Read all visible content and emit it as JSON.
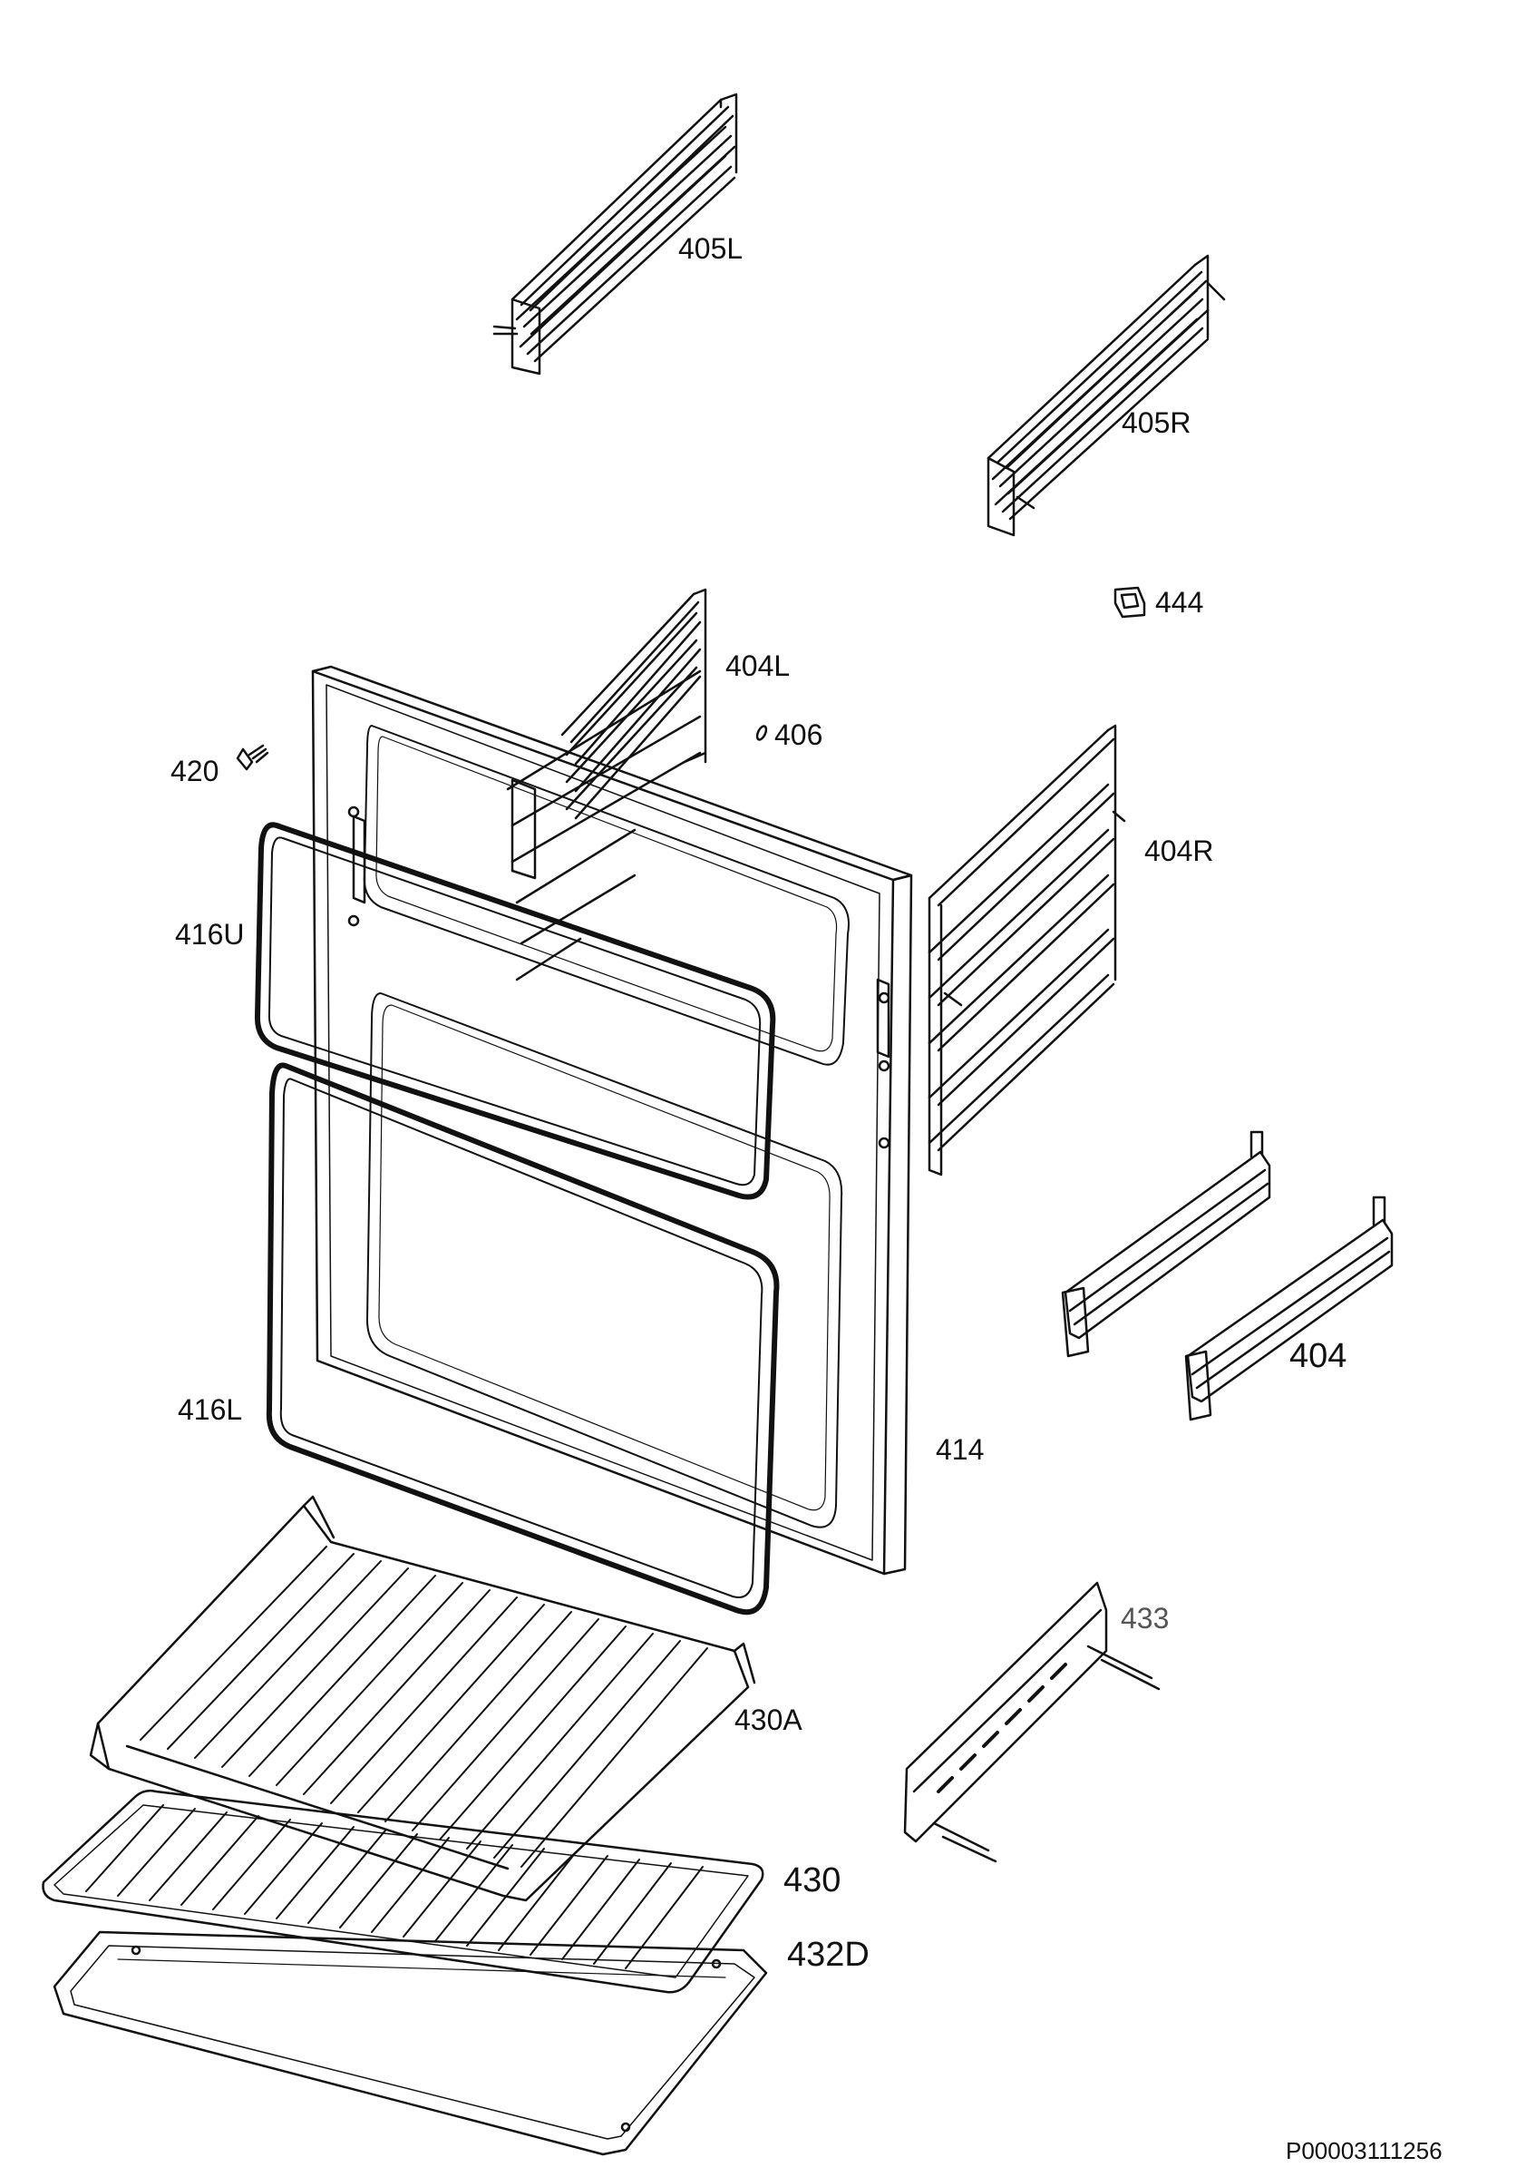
{
  "labels": {
    "l405L": "405L",
    "l405R": "405R",
    "l444": "444",
    "l404L": "404L",
    "l406": "406",
    "l420": "420",
    "l404R": "404R",
    "l416U": "416U",
    "l404": "404",
    "l416L": "416L",
    "l414": "414",
    "l433": "433",
    "l430A": "430A",
    "l430": "430",
    "l432D": "432D"
  },
  "document_id": "P00003111256",
  "colors": {
    "line": "#111111",
    "label_433": "#555555",
    "background": "#ffffff"
  }
}
